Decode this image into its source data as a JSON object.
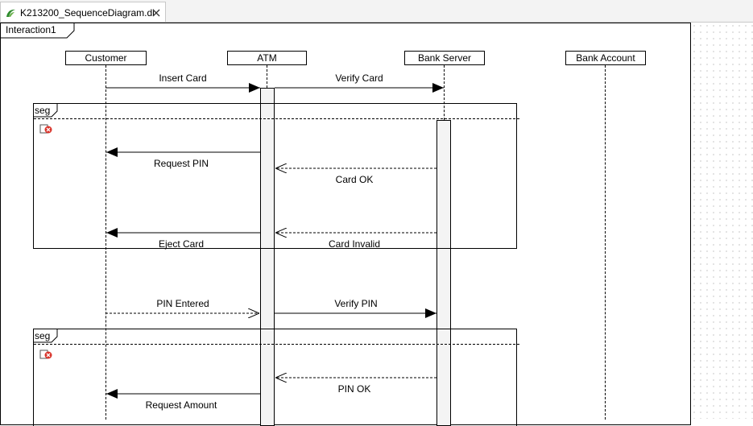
{
  "tab": {
    "title": "K213200_SequenceDiagram.di",
    "icon": "papyrus-diagram-icon",
    "close": "close-icon"
  },
  "interaction": {
    "name": "Interaction1"
  },
  "lifelines": [
    {
      "name": "Customer"
    },
    {
      "name": "ATM"
    },
    {
      "name": "Bank Server"
    },
    {
      "name": "Bank Account"
    }
  ],
  "fragments": [
    {
      "operator": "seg"
    },
    {
      "operator": "seg"
    }
  ],
  "messages": [
    {
      "label": "Insert Card",
      "kind": "sync"
    },
    {
      "label": "Verify Card",
      "kind": "sync"
    },
    {
      "label": "Request PIN",
      "kind": "sync"
    },
    {
      "label": "Card OK",
      "kind": "reply"
    },
    {
      "label": "Eject Card",
      "kind": "sync"
    },
    {
      "label": "Card Invalid",
      "kind": "reply"
    },
    {
      "label": "PIN Entered",
      "kind": "async"
    },
    {
      "label": "Verify PIN",
      "kind": "sync"
    },
    {
      "label": "PIN OK",
      "kind": "reply"
    },
    {
      "label": "Request Amount",
      "kind": "sync"
    }
  ]
}
